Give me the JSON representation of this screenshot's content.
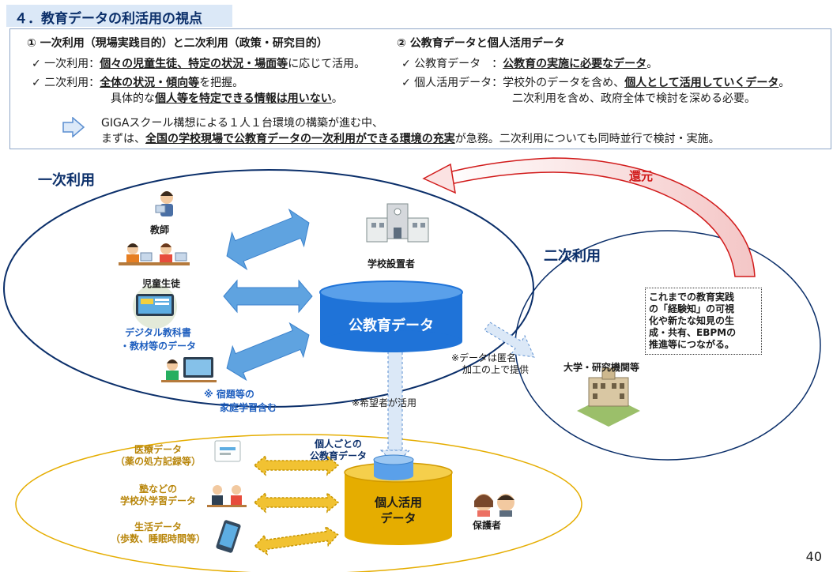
{
  "header": {
    "title": "４．教育データの利活用の視点"
  },
  "viewpoint": {
    "left_heading": "① 一次利用（現場実践目的）と二次利用（政策・研究目的）",
    "right_heading": "② 公教育データと個人活用データ",
    "primary_prefix": "✓ 一次利用：",
    "primary_emph": "個々の児童生徒、特定の状況・場面等",
    "primary_suffix": "に応じて活用。",
    "secondary_prefix": "✓ 二次利用：",
    "secondary_emph": "全体の状況・傾向等",
    "secondary_suffix": "を把握。",
    "secondary2_prefix": "具体的な",
    "secondary2_emph": "個人等を特定できる情報は用いない",
    "secondary2_suffix": "。",
    "public_prefix": "✓ 公教育データ　：",
    "public_emph": "公教育の実施に必要なデータ",
    "public_suffix": "。",
    "personal_prefix": "✓ 個人活用データ：学校外のデータを含め、",
    "personal_emph": "個人として活用していくデータ",
    "personal_suffix": "。",
    "personal2": "二次利用を含め、政府全体で検討を深める必要。",
    "giga_line1": "GIGAスクール構想による１人１台環境の構築が進む中、",
    "giga_prefix": "まずは、",
    "giga_emph": "全国の学校現場で公教育データの一次利用ができる環境の充実",
    "giga_suffix": "が急務。二次利用についても同時並行で検討・実施。"
  },
  "diagram": {
    "primary_title": "一次利用",
    "secondary_title": "二次利用",
    "return_label": "還元",
    "teacher": "教師",
    "students": "児童生徒",
    "digital_line1": "デジタル教科書",
    "digital_line2": "・教材等のデータ",
    "homework_line1": "※ 宿題等の",
    "homework_line2": "家庭学習含む",
    "school_founder": "学校設置者",
    "public_data": "公教育データ",
    "anon_line1": "※データは匿名",
    "anon_line2": "加工の上で提供",
    "university": "大学・研究機関等",
    "experience_box": [
      "これまでの教育実践",
      "の「経験知」の可視",
      "化や新たな知見の生",
      "成・共有、EBPMの",
      "推進等につながる。"
    ],
    "applicant_note": "※希望者が活用",
    "per_person_line1": "個人ごとの",
    "per_person_line2": "公教育データ",
    "medical_line1": "医療データ",
    "medical_line2": "（薬の処方記録等）",
    "cram_line1": "塾などの",
    "cram_line2": "学校外学習データ",
    "life_line1": "生活データ",
    "life_line2": "（歩数、睡眠時間等）",
    "personal_data_line1": "個人活用",
    "personal_data_line2": "データ",
    "guardians": "保護者"
  },
  "page": {
    "number": "40"
  },
  "colors": {
    "navy": "#0b2f6a",
    "blue": "#1f73d8",
    "gold": "#e5ad00",
    "red": "#d11a1a",
    "arrow": "#5fa3e0"
  }
}
